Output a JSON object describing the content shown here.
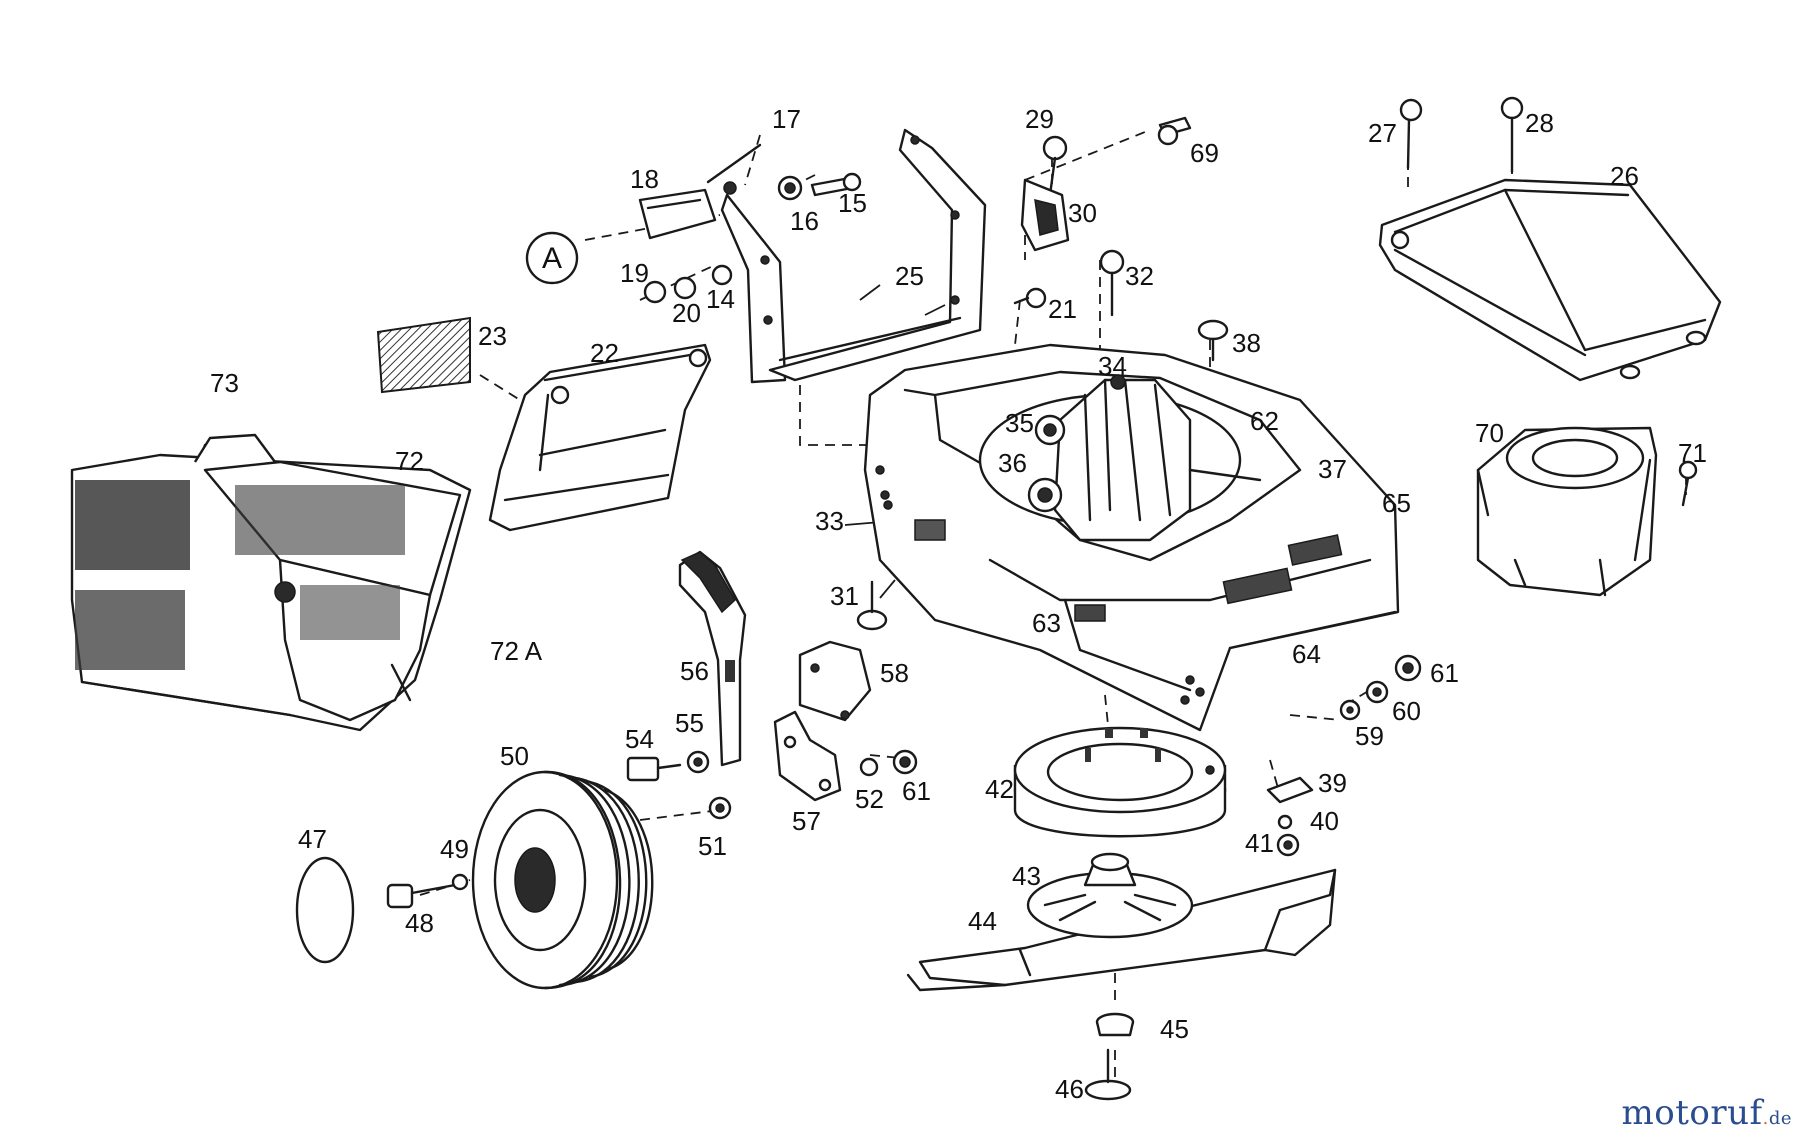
{
  "labels": {
    "p17": "17",
    "p18": "18",
    "p15": "15",
    "p16": "16",
    "p19": "19",
    "p20": "20",
    "p14": "14",
    "p25": "25",
    "p29": "29",
    "p30": "30",
    "p69": "69",
    "p27": "27",
    "p28": "28",
    "p26": "26",
    "p32": "32",
    "p21": "21",
    "p38": "38",
    "p23": "23",
    "p22": "22",
    "p73": "73",
    "p72": "72",
    "p72a": "72 A",
    "p34": "34",
    "p35": "35",
    "p36": "36",
    "p62": "62",
    "p37": "37",
    "p65": "65",
    "p70": "70",
    "p71": "71",
    "p33": "33",
    "p31": "31",
    "p63": "63",
    "p64": "64",
    "p56": "56",
    "p58": "58",
    "p61a": "61",
    "p60": "60",
    "p59": "59",
    "p54": "54",
    "p55": "55",
    "p50": "50",
    "p42": "42",
    "p39": "39",
    "p40": "40",
    "p41": "41",
    "p52": "52",
    "p61b": "61",
    "p57": "57",
    "p51": "51",
    "p47": "47",
    "p49": "49",
    "p48": "48",
    "p43": "43",
    "p44": "44",
    "p45": "45",
    "p46": "46",
    "refA": "A"
  },
  "watermark": {
    "brand": "motoruf",
    "tld": "de"
  }
}
